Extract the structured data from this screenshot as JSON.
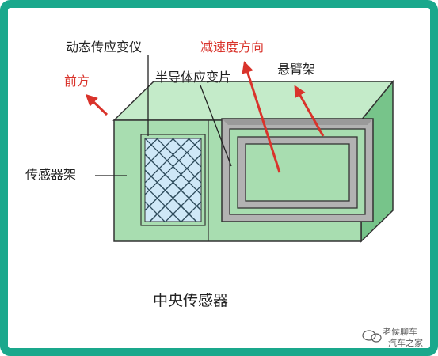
{
  "labels": {
    "dynamic_strain_gauge": "动态传应变仪",
    "acceleration_direction": "减速度方向",
    "forward": "前方",
    "semiconductor_strain_gauge": "半导体应变片",
    "cantilever": "悬臂架",
    "sensor_frame": "传感器架",
    "caption": "中央传感器"
  },
  "watermark": {
    "line1": "老侯聊车",
    "line2": "汽车之家"
  },
  "colors": {
    "border": "#1aa88c",
    "body_front": "#a8ddb0",
    "body_top": "#c4ebc9",
    "body_side": "#77c48a",
    "grid_cell": "#cfe8f7",
    "red_arrow": "#d9332b"
  }
}
